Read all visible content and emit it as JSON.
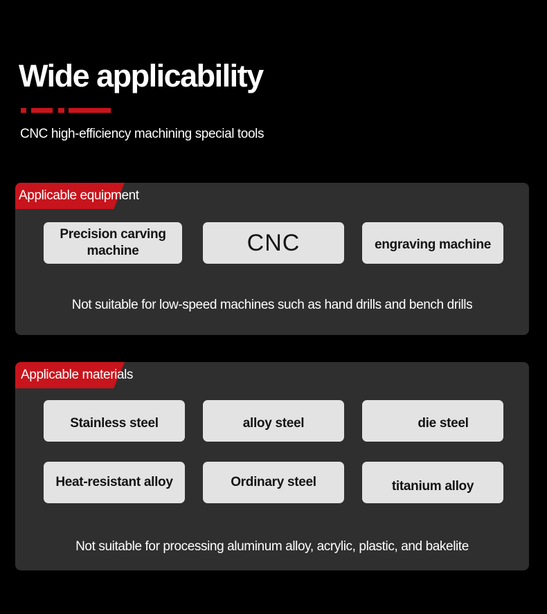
{
  "header": {
    "title": "Wide applicability",
    "subtitle": "CNC high-efficiency machining special tools",
    "accent_color": "#c8141c"
  },
  "equipment": {
    "label": "Applicable equipment",
    "items": [
      "Precision carving machine",
      "CNC",
      "engraving machine"
    ],
    "note": "Not suitable for low-speed machines such as hand drills and bench drills"
  },
  "materials": {
    "label": "Applicable materials",
    "items": [
      "Stainless steel",
      "alloy steel",
      "die steel",
      "Heat-resistant alloy",
      "Ordinary steel",
      "titanium alloy"
    ],
    "note": "Not suitable for processing aluminum alloy, acrylic, plastic, and bakelite"
  }
}
